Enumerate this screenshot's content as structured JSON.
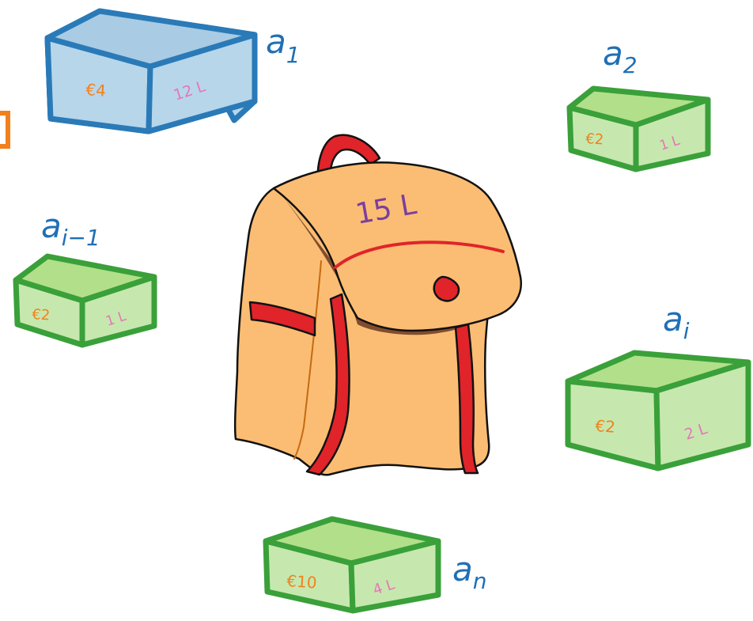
{
  "knapsack": {
    "capacity": "15 L"
  },
  "items": [
    {
      "id": "a1",
      "label": "a",
      "sub": "1",
      "price": "€4",
      "volume": "12 L",
      "color": "blue"
    },
    {
      "id": "a2",
      "label": "a",
      "sub": "2",
      "price": "€2",
      "volume": "1 L",
      "color": "green"
    },
    {
      "id": "ai1",
      "label": "a",
      "sub": "i−1",
      "price": "€2",
      "volume": "1 L",
      "color": "green"
    },
    {
      "id": "ai",
      "label": "a",
      "sub": "i",
      "price": "€2",
      "volume": "2 L",
      "color": "green"
    },
    {
      "id": "an",
      "label": "a",
      "sub": "n",
      "price": "€10",
      "volume": "4 L",
      "color": "green"
    }
  ],
  "colors": {
    "blue_stroke": "#2a7ab8",
    "blue_fill": "#b7d6ea",
    "green_stroke": "#3aa03a",
    "green_fill": "#c6e8ae",
    "green_top": "#b2df8a",
    "price_text": "#f2811d",
    "volume_text": "#e577b8",
    "label_text": "#1f6fb6",
    "bag_fill": "#fbbd73",
    "bag_strap": "#e0242a",
    "capacity_text": "#7a3fa0"
  }
}
